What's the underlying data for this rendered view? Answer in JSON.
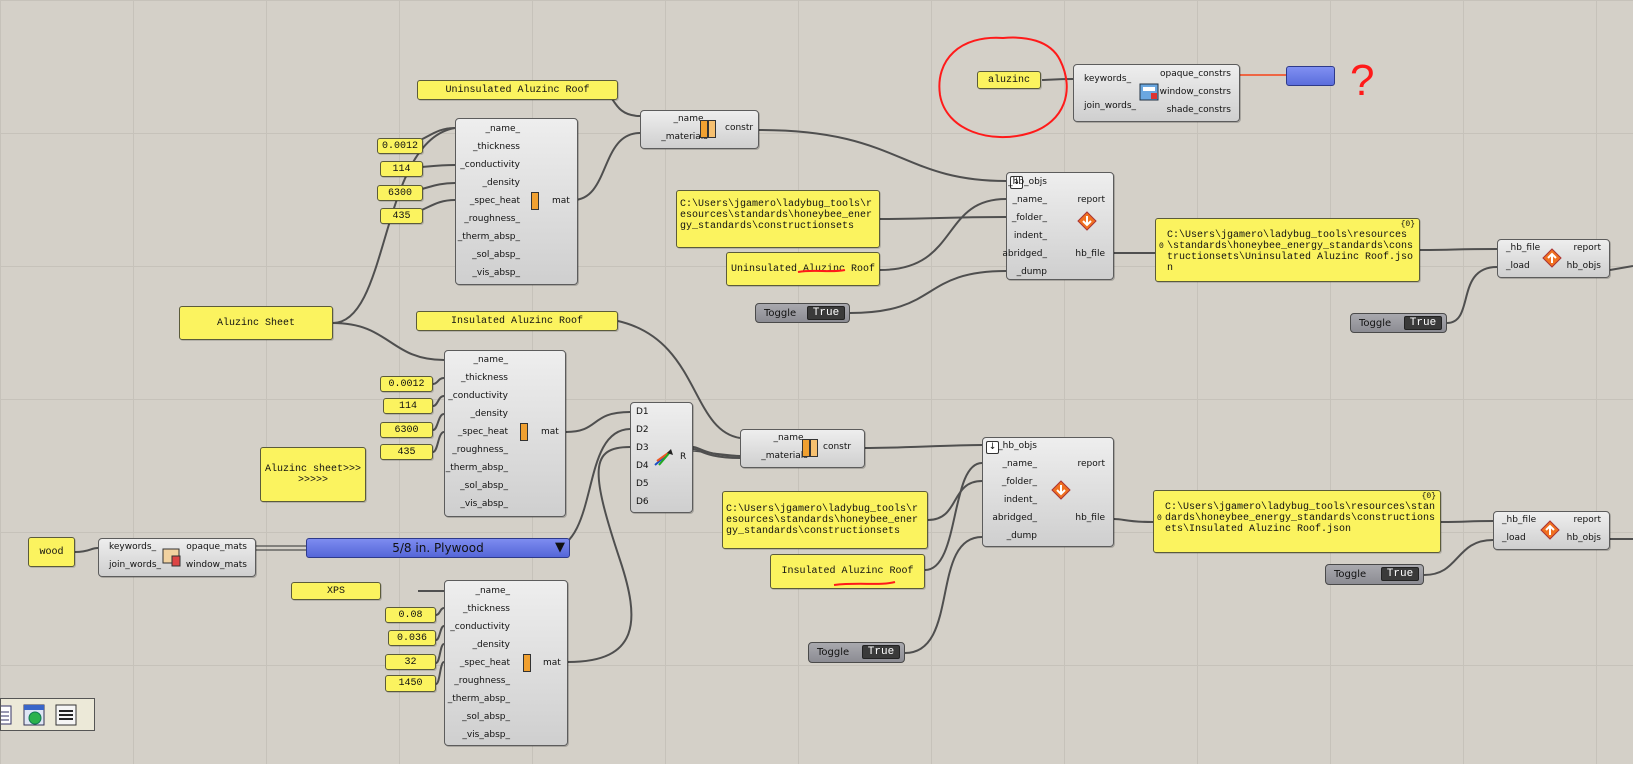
{
  "annotation": {
    "question_mark": "?"
  },
  "top": {
    "keyword_panel": "aluzinc",
    "constr_search": {
      "inputs": [
        "keywords_",
        "join_words_"
      ],
      "outputs": [
        "opaque_constrs",
        "window_constrs",
        "shade_constrs"
      ]
    }
  },
  "uninsulated": {
    "name_panel": "Uninsulated Aluzinc Roof",
    "numbers": [
      "0.0012",
      "114",
      "6300",
      "435"
    ],
    "material_inputs": [
      "_name_",
      "_thickness",
      "_conductivity",
      "_density",
      "_spec_heat",
      "_roughness_",
      "_therm_absp_",
      "_sol_absp_",
      "_vis_absp_"
    ],
    "material_output": "mat",
    "constr_inputs": [
      "_name_",
      "_materials"
    ],
    "constr_output": "constr",
    "folder_panel": "C:\\Users\\jgamero\\ladybug_tools\\resources\\standards\\honeybee_energy_standards\\constructionsets",
    "name2_panel": "Uninsulated Aluzinc Roof",
    "toggle": {
      "label": "Toggle",
      "value": "True"
    },
    "dump_inputs": [
      "_hb_objs",
      "_name_",
      "_folder_",
      "indent_",
      "abridged_",
      "_dump"
    ],
    "dump_outputs": [
      "report",
      "hb_file"
    ],
    "result_index": "{0}",
    "result_gutter": "0",
    "result_panel": "C:\\Users\\jgamero\\ladybug_tools\\resources\\standards\\honeybee_energy_standards\\constructionsets\\Uninsulated Aluzinc Roof.json",
    "load_inputs": [
      "_hb_file",
      "_load"
    ],
    "load_outputs": [
      "report",
      "hb_objs"
    ],
    "toggle2": {
      "label": "Toggle",
      "value": "True"
    }
  },
  "sheet": {
    "panel": "Aluzinc Sheet",
    "panel2": "Aluzinc sheet>>>>>>>>",
    "numbers": [
      "0.0012",
      "114",
      "6300",
      "435"
    ]
  },
  "insulated": {
    "name_panel": "Insulated Aluzinc Roof",
    "merge_inputs": [
      "D1",
      "D2",
      "D3",
      "D4",
      "D5",
      "D6"
    ],
    "merge_output": "R",
    "constr_inputs": [
      "_name_",
      "_materials"
    ],
    "constr_output": "constr",
    "folder_panel": "C:\\Users\\jgamero\\ladybug_tools\\resources\\standards\\honeybee_energy_standards\\constructionsets",
    "name2_panel": "Insulated Aluzinc Roof",
    "toggle": {
      "label": "Toggle",
      "value": "True"
    },
    "dump_inputs": [
      "_hb_objs",
      "_name_",
      "_folder_",
      "indent_",
      "abridged_",
      "_dump"
    ],
    "dump_outputs": [
      "report",
      "hb_file"
    ],
    "result_index": "{0}",
    "result_gutter": "0",
    "result_panel": "C:\\Users\\jgamero\\ladybug_tools\\resources\\standards\\honeybee_energy_standards\\constructionsets\\Insulated Aluzinc Roof.json",
    "load_inputs": [
      "_hb_file",
      "_load"
    ],
    "load_outputs": [
      "report",
      "hb_objs"
    ],
    "toggle2": {
      "label": "Toggle",
      "value": "True"
    }
  },
  "wood": {
    "panel": "wood",
    "search_inputs": [
      "keywords_",
      "join_words_"
    ],
    "search_outputs": [
      "opaque_mats",
      "window_mats"
    ],
    "value_list": "5/8 in. Plywood"
  },
  "xps": {
    "panel": "XPS",
    "numbers": [
      "0.08",
      "0.036",
      "32",
      "1450"
    ]
  },
  "colors": {
    "panel": "#fbf35f",
    "wire": "#555555",
    "selected_wire": "#ee6644",
    "value_list": "#6677e0",
    "annotation": "#ff1a1a"
  }
}
